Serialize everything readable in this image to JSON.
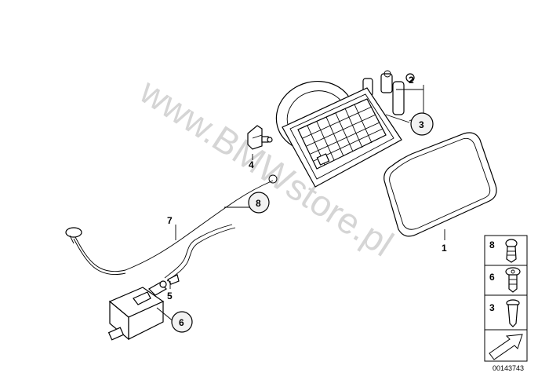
{
  "diagram": {
    "watermark": "www.BMWstore.pl",
    "diagram_id": "00143743",
    "callouts": [
      {
        "id": "c1",
        "label": "1",
        "part": "fuel-filler-flap"
      },
      {
        "id": "c2",
        "label": "2",
        "part": "fuel-filler-housing"
      },
      {
        "id": "c3",
        "label": "3",
        "part": "housing-plug"
      },
      {
        "id": "c4",
        "label": "4",
        "part": "buffer-stop"
      },
      {
        "id": "c5",
        "label": "5",
        "part": "release-cable-bowden"
      },
      {
        "id": "c6",
        "label": "6",
        "part": "flap-actuator"
      },
      {
        "id": "c7",
        "label": "7",
        "part": "emergency-release-cable"
      },
      {
        "id": "c8",
        "label": "8",
        "part": "cable-fixing-clip"
      }
    ],
    "legend": [
      {
        "label": "8",
        "part": "spreader-clip"
      },
      {
        "label": "6",
        "part": "expanding-rivet"
      },
      {
        "label": "3",
        "part": "plug"
      }
    ]
  }
}
